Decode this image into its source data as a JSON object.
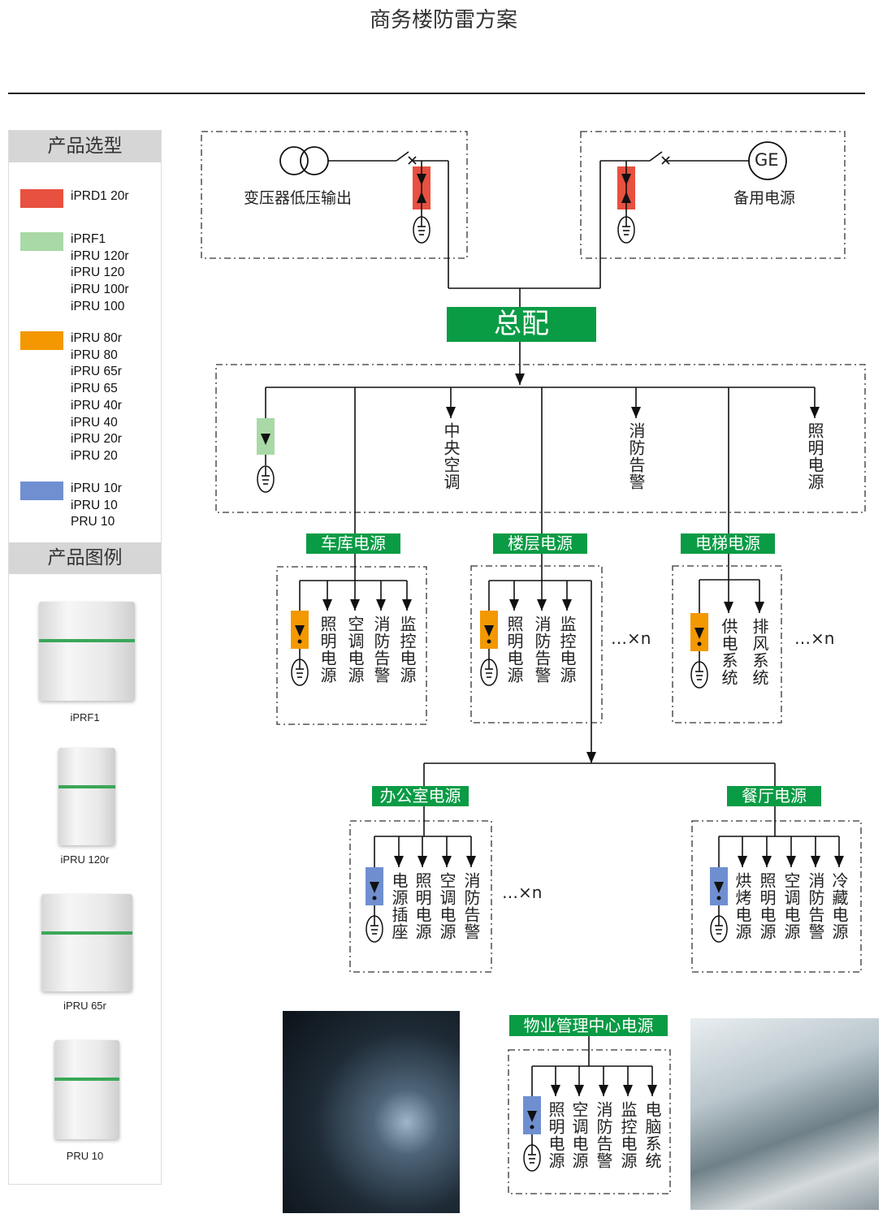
{
  "title": "商务楼防雷方案",
  "legend": {
    "header": "产品选型",
    "groups": [
      {
        "color": "#e8503f",
        "items": [
          "iPRD1 20r"
        ]
      },
      {
        "color": "#a9d9a6",
        "items": [
          "iPRF1",
          "iPRU 120r",
          "iPRU 120",
          "iPRU 100r",
          "iPRU 100"
        ]
      },
      {
        "color": "#f39800",
        "items": [
          "iPRU 80r",
          "iPRU 80",
          "iPRU 65r",
          "iPRU 65",
          "iPRU 40r",
          "iPRU 40",
          "iPRU 20r",
          "iPRU 20"
        ]
      },
      {
        "color": "#6f8fd0",
        "items": [
          "iPRU 10r",
          "iPRU 10",
          "PRU 10"
        ]
      }
    ],
    "images_header": "产品图例",
    "products": [
      "iPRF1",
      "iPRU 120r",
      "iPRU 65r",
      "PRU 10"
    ]
  },
  "diagram": {
    "transformer_label": "变压器低压输出",
    "generator_symbol": "GE",
    "backup_label": "备用电源",
    "main_label": "总配",
    "main_loads": [
      "中央空调",
      "消防告警",
      "照明电源"
    ],
    "repeat_label": "…×n",
    "colors": {
      "red": "#e8503f",
      "green": "#a9d9a6",
      "orange": "#f39800",
      "blue": "#6f8fd0",
      "label_bg": "#0a9b45"
    },
    "branches": [
      {
        "label": "车库电源",
        "loads": [
          "照明电源",
          "空调电源",
          "消防告警",
          "监控电源"
        ]
      },
      {
        "label": "楼层电源",
        "loads": [
          "照明电源",
          "消防告警",
          "监控电源"
        ]
      },
      {
        "label": "电梯电源",
        "loads": [
          "供电系统",
          "排风系统"
        ]
      },
      {
        "label": "办公室电源",
        "loads": [
          "电源插座",
          "照明电源",
          "空调电源",
          "消防告警"
        ]
      },
      {
        "label": "餐厅电源",
        "loads": [
          "烘烤电源",
          "照明电源",
          "空调电源",
          "消防告警",
          "冷藏电源"
        ]
      },
      {
        "label": "物业管理中心电源",
        "loads": [
          "照明电源",
          "空调电源",
          "消防告警",
          "监控电源",
          "电脑系统"
        ]
      }
    ]
  }
}
